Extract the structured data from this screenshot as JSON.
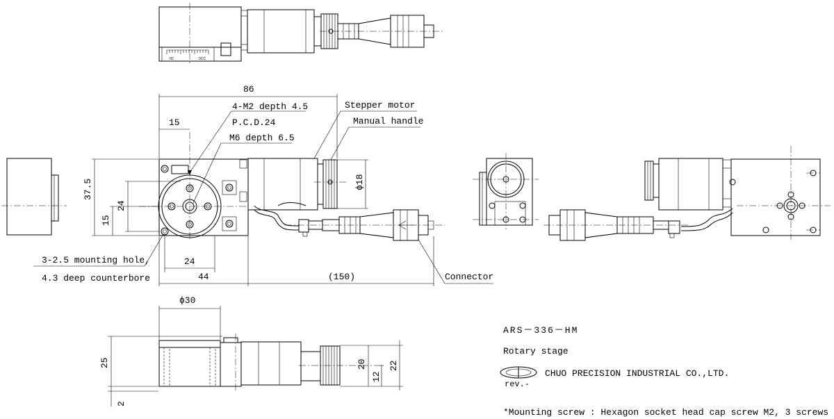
{
  "dimensions": {
    "d86": "86",
    "d15_top": "15",
    "d37_5": "37.5",
    "d24_left": "24",
    "d15_left": "15",
    "d24_bottom": "24",
    "d44": "44",
    "d150": "(150)",
    "phi18": "ϕ18",
    "phi30": "ϕ30",
    "d25": "25",
    "d2": "2",
    "d20": "20",
    "d12": "12",
    "d22": "22"
  },
  "callouts": {
    "m2_depth": "4-M2 depth 4.5",
    "pcd": "P.C.D.24",
    "m6_depth": "M6 depth 6.5",
    "stepper_motor": "Stepper motor",
    "manual_handle": "Manual handle",
    "mounting_hole_line1": "3-2.5 mounting hole,",
    "mounting_hole_line2": "4.3 deep counterbore",
    "connector": "Connector"
  },
  "scale_labels": {
    "left": "0C",
    "right": "0CC"
  },
  "title_block": {
    "model": "ARS－336－HM",
    "product": "Rotary stage",
    "company": "CHUO PRECISION INDUSTRIAL CO.,LTD.",
    "revision": "rev.-",
    "note": "*Mounting screw : Hexagon socket head cap screw M2, 3 screws"
  }
}
